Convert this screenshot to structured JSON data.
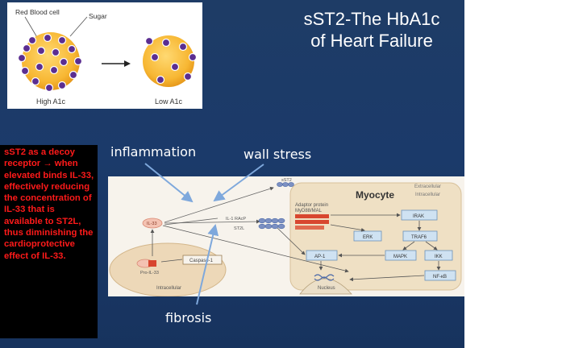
{
  "slide": {
    "title_line1": "sST2-The HbA1c",
    "title_line2": "of Heart Failure"
  },
  "a1c_figure": {
    "red_blood_cell_label": "Red Blood cell",
    "sugar_label": "Sugar",
    "high_label": "High A1c",
    "low_label": "Low A1c"
  },
  "decoy_text": "sST2 as a decoy receptor → when elevated binds IL-33, effectively reducing the concentration of IL-33 that is available to ST2L, thus diminishing the cardioprotective effect of IL-33.",
  "stimuli": {
    "inflammation": "inflammation",
    "wall_stress": "wall stress",
    "fibrosis": "fibrosis"
  },
  "pathway": {
    "myocyte": "Myocyte",
    "extracellular": "Extracellular",
    "intracellular_right": "Intracellular",
    "sst2": "sST2",
    "il33": "IL-33",
    "il1racp": "IL-1 RAcP",
    "st2l": "ST2L",
    "adaptor_line1": "Adaptor protein",
    "adaptor_line2": "MyD88/MAL",
    "irak": "IRAK",
    "traf6": "TRAF6",
    "erk": "ERK",
    "mapk": "MAPK",
    "ikk": "IKK",
    "ap1": "AP-1",
    "nfkb": "NF-κB",
    "nucleus": "Nucleus",
    "pro_il33": "Pro-IL-33",
    "caspase": "Caspase-1",
    "intracellular_left": "Intracellular"
  },
  "colors": {
    "slide_bg": "#1b3a6a",
    "decoy_text": "#ff1a1a",
    "cell_fill": "#f7b733",
    "sugar_dot": "#5b2e91",
    "arrow_blue": "#6b9bd2"
  }
}
